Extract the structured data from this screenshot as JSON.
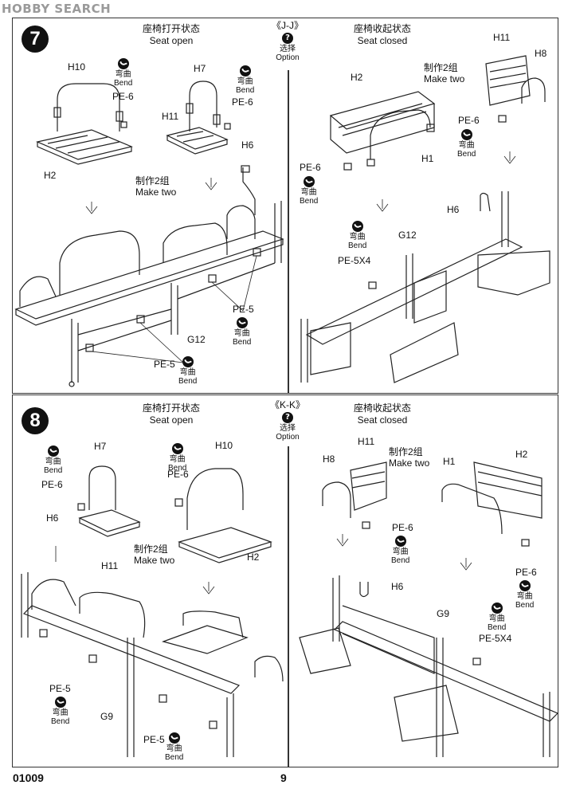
{
  "watermark": "HOBBY SEARCH",
  "footer": {
    "code": "01009",
    "page": "9"
  },
  "steps": [
    {
      "number": "7",
      "option_marker": "《J-J》",
      "option_label_cn": "选择",
      "option_label_en": "Option",
      "left": {
        "title_cn": "座椅打开状态",
        "title_en": "Seat open",
        "make_cn": "制作2组",
        "make_en": "Make two",
        "labels": {
          "h10": "H10",
          "h7": "H7",
          "h11": "H11",
          "h2": "H2",
          "h6": "H6",
          "g12": "G12",
          "pe6a": "PE-6",
          "pe6b": "PE-6",
          "pe5a": "PE-5",
          "pe5b": "PE-5"
        }
      },
      "right": {
        "title_cn": "座椅收起状态",
        "title_en": "Seat closed",
        "make_cn": "制作2组",
        "make_en": "Make two",
        "labels": {
          "h2": "H2",
          "h11": "H11",
          "h8": "H8",
          "h1": "H1",
          "h6": "H6",
          "g12": "G12",
          "pe6a": "PE-6",
          "pe6b": "PE-6",
          "pe5x4": "PE-5X4"
        }
      }
    },
    {
      "number": "8",
      "option_marker": "《K-K》",
      "option_label_cn": "选择",
      "option_label_en": "Option",
      "left": {
        "title_cn": "座椅打开状态",
        "title_en": "Seat open",
        "make_cn": "制作2组",
        "make_en": "Make two",
        "labels": {
          "h7": "H7",
          "h10": "H10",
          "h11": "H11",
          "h2": "H2",
          "h6": "H6",
          "g9": "G9",
          "pe6a": "PE-6",
          "pe6b": "PE-6",
          "pe5a": "PE-5",
          "pe5b": "PE-5"
        }
      },
      "right": {
        "title_cn": "座椅收起状态",
        "title_en": "Seat closed",
        "make_cn": "制作2组",
        "make_en": "Make two",
        "labels": {
          "h11": "H11",
          "h8": "H8",
          "h1": "H1",
          "h2": "H2",
          "h6": "H6",
          "g9": "G9",
          "pe6a": "PE-6",
          "pe6b": "PE-6",
          "pe5x4": "PE-5X4"
        }
      }
    }
  ],
  "bend_cn": "弯曲",
  "bend_en": "Bend",
  "icons": {
    "bend": "bend-arrow-icon",
    "option": "question-icon",
    "step": "step-number-badge"
  }
}
